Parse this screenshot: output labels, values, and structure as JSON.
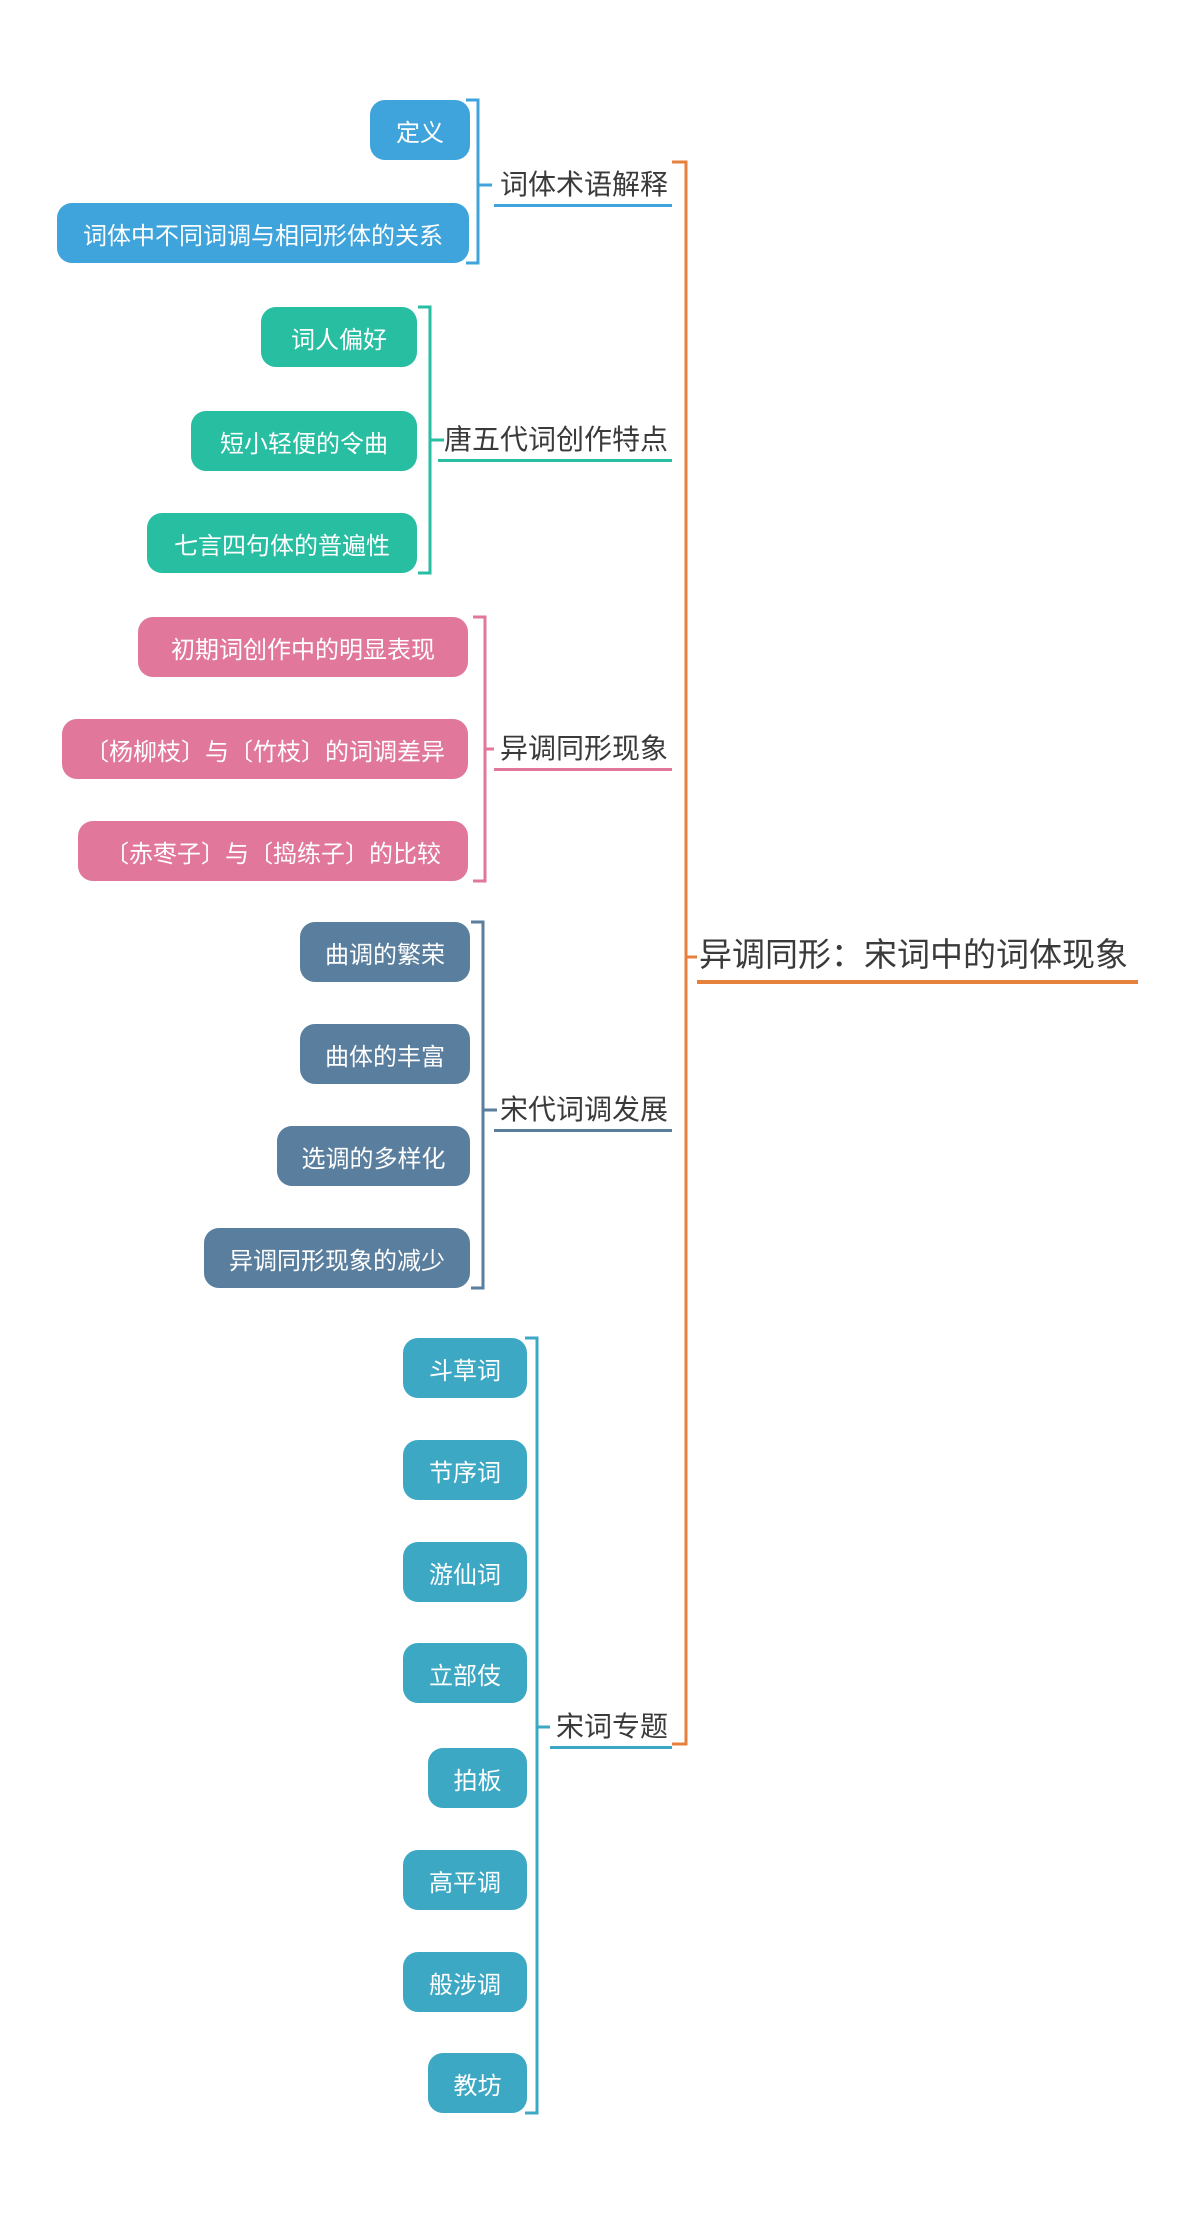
{
  "root": {
    "label": "异调同形：宋词中的词体现象"
  },
  "branches": [
    {
      "label": "词体术语解释",
      "color": "#40A4DC",
      "children": [
        "定义",
        "词体中不同词调与相同形体的关系"
      ]
    },
    {
      "label": "唐五代词创作特点",
      "color": "#27BEA1",
      "children": [
        "词人偏好",
        "短小轻便的令曲",
        "七言四句体的普遍性"
      ]
    },
    {
      "label": "异调同形现象",
      "color": "#E1789B",
      "children": [
        "初期词创作中的明显表现",
        "〔杨柳枝〕与〔竹枝〕的词调差异",
        "〔赤枣子〕与〔捣练子〕的比较"
      ]
    },
    {
      "label": "宋代词调发展",
      "color": "#5A7E9E",
      "children": [
        "曲调的繁荣",
        "曲体的丰富",
        "选调的多样化",
        "异调同形现象的减少"
      ]
    },
    {
      "label": "宋词专题",
      "color": "#3DA8C4",
      "children": [
        "斗草词",
        "节序词",
        "游仙词",
        "立部伎",
        "拍板",
        "高平调",
        "般涉调",
        "教坊"
      ]
    }
  ],
  "colors": {
    "blue": "#40A4DC",
    "green": "#27BEA1",
    "pink": "#E1789B",
    "slate": "#5A7E9E",
    "cyan": "#3DA8C4",
    "orange": "#E5813C",
    "label-text": "#3A3A3A",
    "node-text": "#FFFFFF",
    "background": "#FFFFFF"
  }
}
